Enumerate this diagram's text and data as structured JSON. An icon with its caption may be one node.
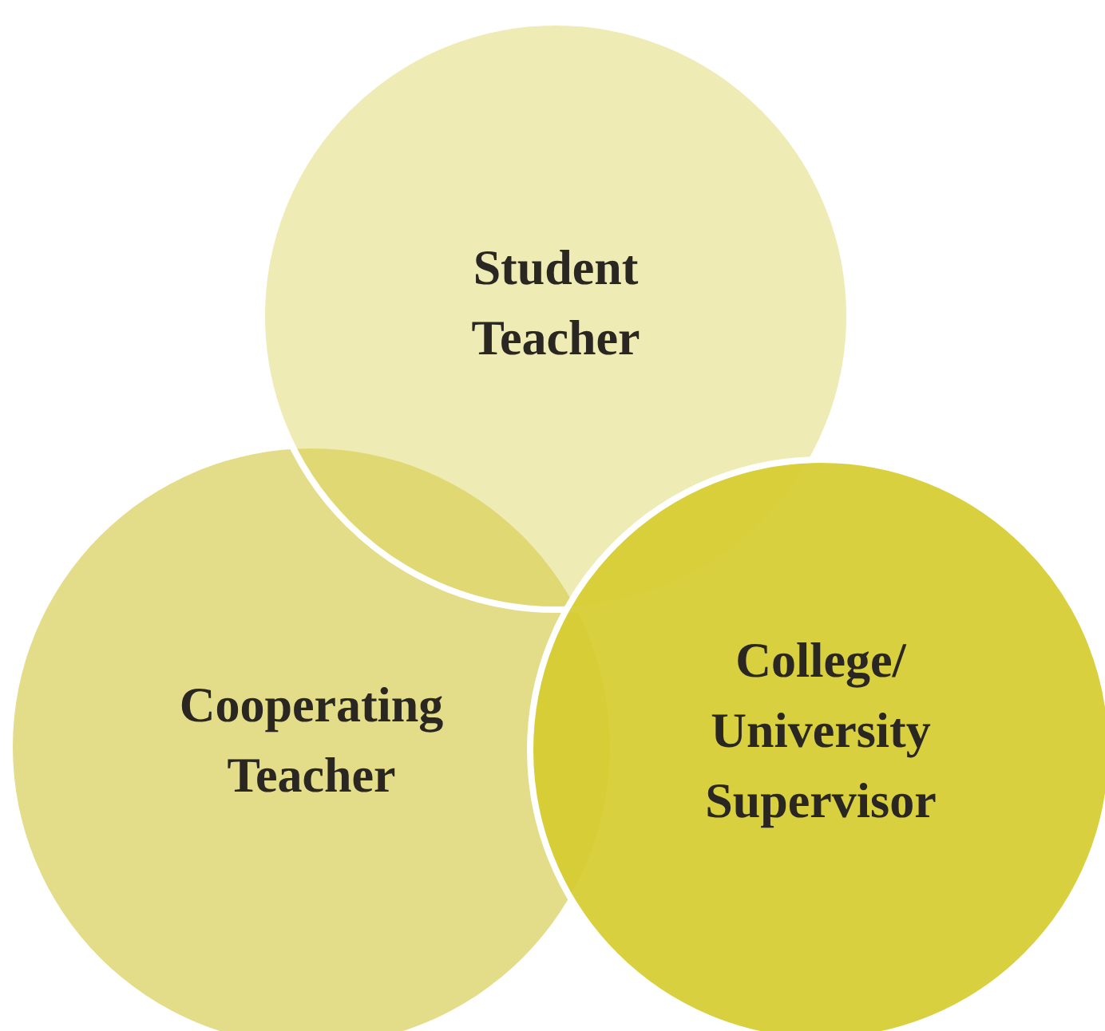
{
  "diagram": {
    "nodes": [
      {
        "text": [
          "Student Teacher"
        ]
      },
      {
        "text": [
          "Cooperating Teacher"
        ]
      },
      {
        "text": [
          "College/ University Supervisor"
        ]
      }
    ]
  }
}
